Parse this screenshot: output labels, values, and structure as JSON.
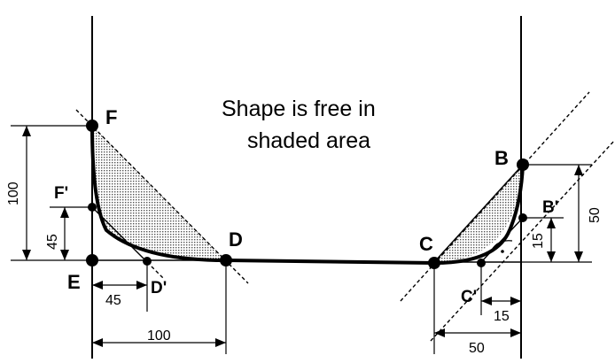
{
  "note": {
    "line1": "Shape is free in",
    "line2": "shaded area"
  },
  "points": {
    "F": "F",
    "F_prime": "F'",
    "E": "E",
    "D": "D",
    "D_prime": "D'",
    "C": "C",
    "C_prime": "C'",
    "B": "B",
    "B_prime": "B'"
  },
  "dimensions": {
    "left_height_100": "100",
    "left_height_45": "45",
    "left_width_45": "45",
    "left_width_100": "100",
    "right_height_50": "50",
    "right_height_15": "15",
    "right_width_15": "15",
    "right_width_50": "50"
  },
  "colors": {
    "stroke": "#000000",
    "shading": "#d8d8d8"
  }
}
